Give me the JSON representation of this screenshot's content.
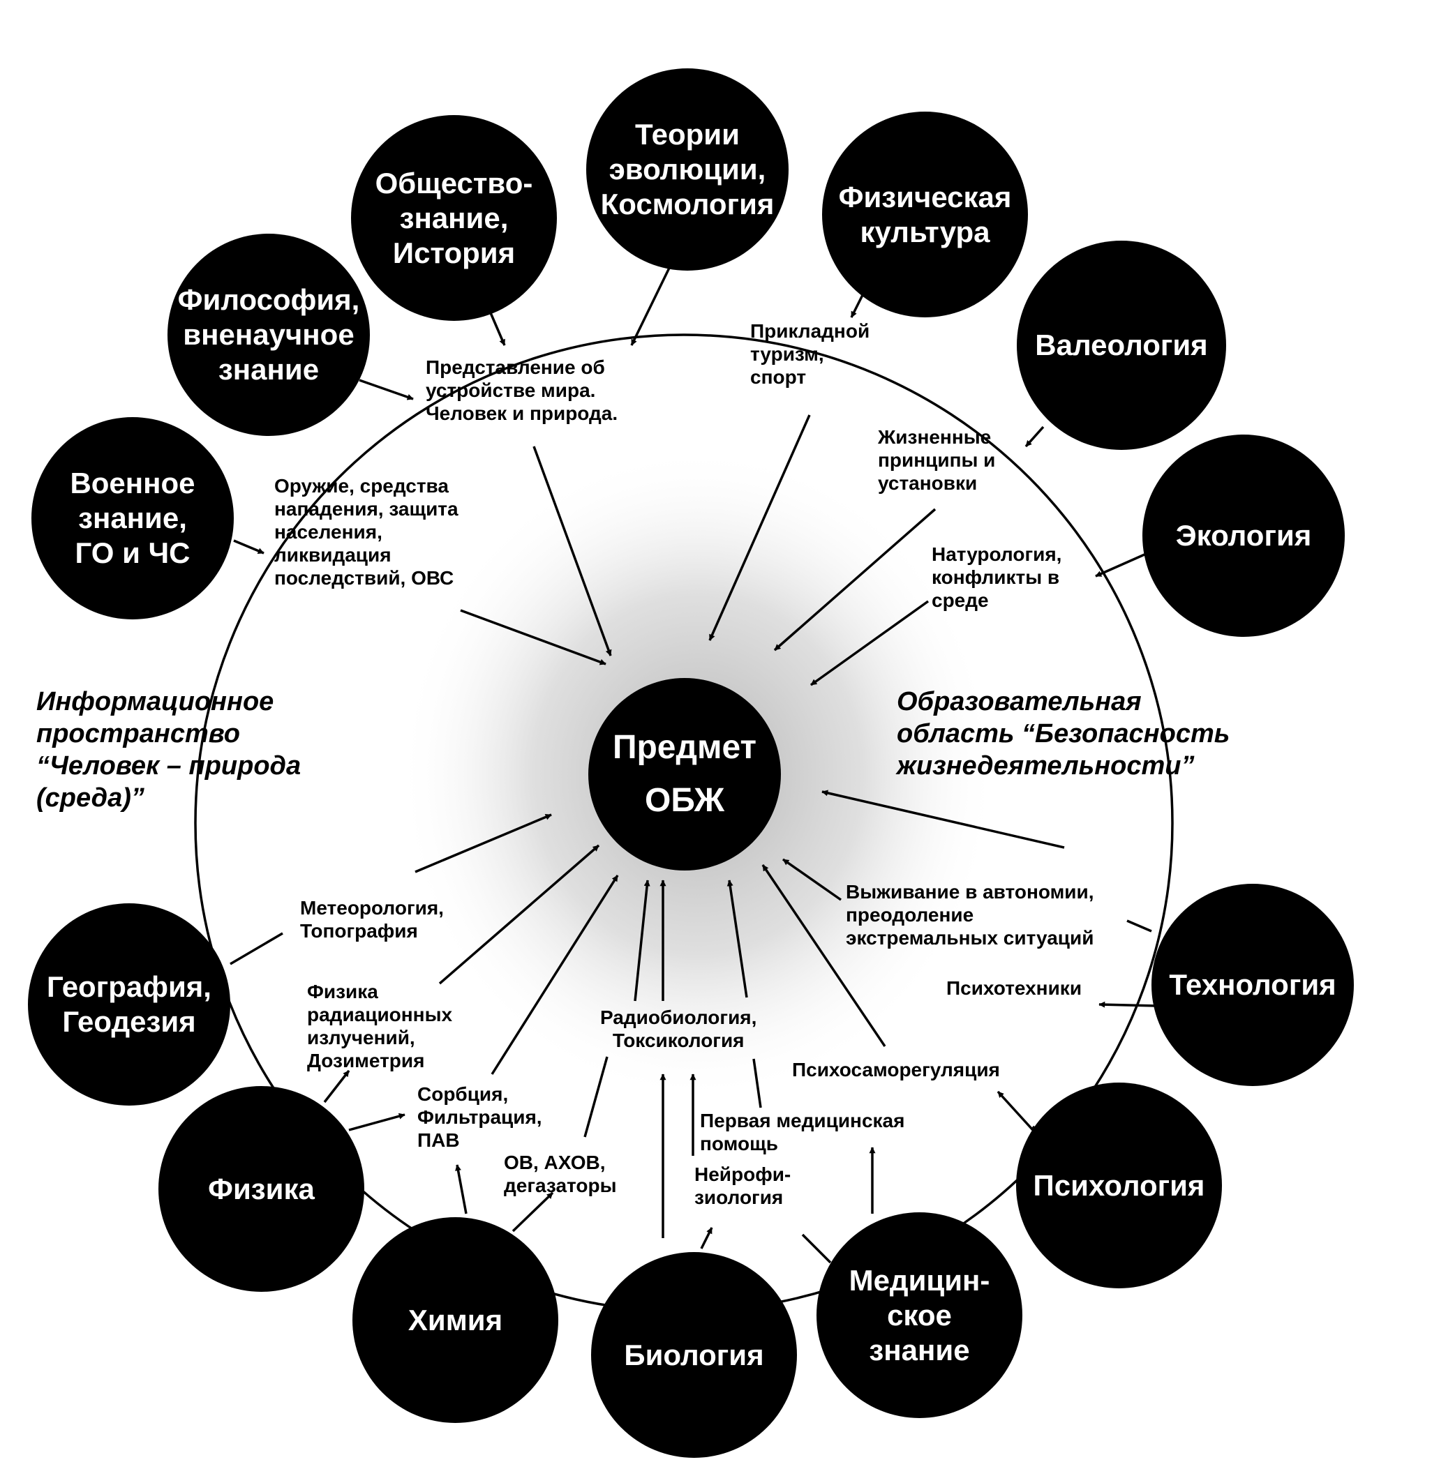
{
  "center": "Предмет\nОБЖ",
  "disciplines": {
    "theory": "Теории\nэволюции,\nКосмология",
    "society": "Общество-\nзнание,\nИстория",
    "physical_culture": "Физическая\nкультура",
    "philosophy": "Философия,\nвненаучное\nзнание",
    "valeology": "Валеология",
    "military": "Военное\nзнание,\nГО и ЧС",
    "ecology": "Экология",
    "geography": "География,\nГеодезия",
    "technology": "Технология",
    "physics": "Физика",
    "psychology": "Психология",
    "chemistry": "Химия",
    "biology": "Биология",
    "medicine": "Медицин-\nское\nзнание"
  },
  "annotations": {
    "world": "Представление об\nустройстве мира.\nЧеловек и природа.",
    "tourism": "Прикладной\nтуризм,\nспорт",
    "principles": "Жизненные\nпринципы и\nустановки",
    "weapons": "Оружие, средства\nнападения, защита\nнаселения,\nликвидация\nпоследствий, ОВС",
    "naturology": "Натурология,\nконфликты в\nсреде",
    "survival": "Выживание в автономии,\nпреодоление\nэкстремальных ситуаций",
    "meteo": "Метеорология,\nТопография",
    "psychotech": "Психотехники",
    "radphys": "Физика\nрадиационных\nизлучений,\nДозиметрия",
    "radbio": "Радиобиология,\nТоксикология",
    "selfreg": "Психосаморегуляция",
    "sorption": "Сорбция,\nФильтрация,\nПАВ",
    "firstaid": "Первая медицинская\nпомощь",
    "ov": "ОВ, АХОВ,\nдегазаторы",
    "neuro": "Нейрофи-\nзиология"
  },
  "side_labels": {
    "left": "Информационное\nпространство\n“Человек – природа\n(среда)”",
    "right": "Образовательная\nобласть “Безопасность\nжизнедеятельности”"
  }
}
